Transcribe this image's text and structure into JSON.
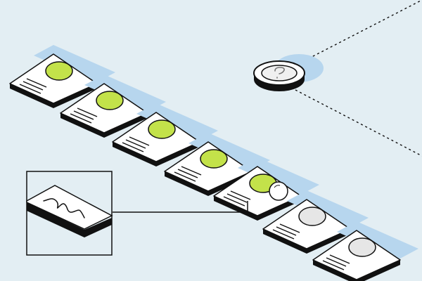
{
  "colors": {
    "background": "#e3eef3",
    "card": "#ffffff",
    "card_side": "#111111",
    "shadow": "#b7d6ee",
    "done_circle": "#c3e24a",
    "pending_circle": "#e6e6e6",
    "outline": "#111111"
  },
  "steps": [
    {
      "status": "complete"
    },
    {
      "status": "complete"
    },
    {
      "status": "complete"
    },
    {
      "status": "complete"
    },
    {
      "status": "current"
    },
    {
      "status": "pending"
    },
    {
      "status": "pending"
    }
  ],
  "coin": {
    "icon": "question-mark-icon"
  },
  "detail": {
    "icon": "signature-icon"
  }
}
